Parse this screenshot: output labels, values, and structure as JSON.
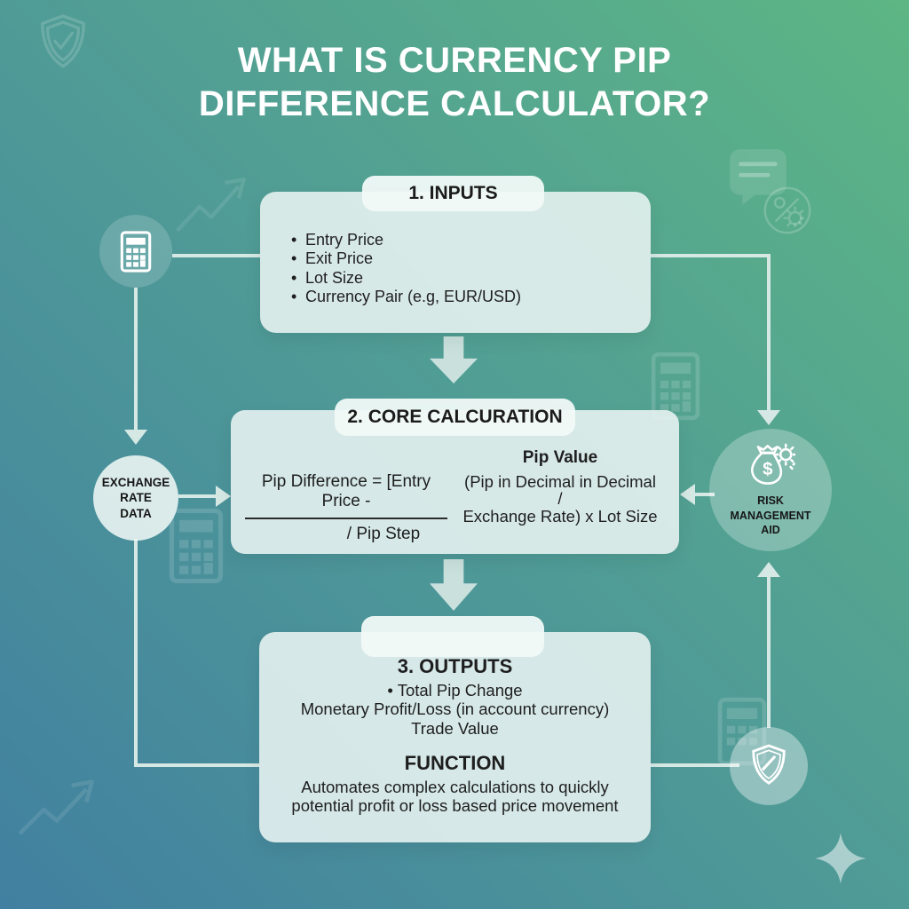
{
  "title": {
    "line1": "WHAT IS CURRENCY PIP",
    "line2": "DIFFERENCE CALCULATOR?"
  },
  "colors": {
    "bg_bottom_left": "#4180a0",
    "bg_top_right": "#5db684",
    "panel": "#e9f4f2",
    "connector": "#d6e8e4",
    "title_text": "#ffffff",
    "body_text": "#1e1e1e"
  },
  "inputs_box": {
    "tab_label": "1. INPUTS",
    "items": [
      "Entry Price",
      "Exit Price",
      "Lot Size",
      "Currency Pair (e.g, EUR/USD)"
    ]
  },
  "calculation_box": {
    "tab_label": "2. CORE CALCURATION",
    "formula_left_numerator": "Pip Difference = [Entry Price -",
    "formula_left_denominator": "/ Pip Step",
    "formula_right_heading": "Pip Value",
    "formula_right_line1": "(Pip in Decimal in Decimal",
    "formula_right_line2": "/",
    "formula_right_line3": "Exchange Rate) x Lot Size"
  },
  "outputs_box": {
    "tab_label": "",
    "heading": "3. OUTPUTS",
    "item1": "• Total Pip Change",
    "item2": "Monetary Profit/Loss (in account currency)",
    "item3": "Trade Value",
    "function_heading": "FUNCTION",
    "function_line1": "Automates complex calculations to quickly",
    "function_line2": "potential profit or loss based price movement"
  },
  "exchange_node": {
    "line1": "EXCHANGE",
    "line2": "RATE",
    "line3": "DATA"
  },
  "risk_node": {
    "line1": "RISK",
    "line2": "MANAGEMENT",
    "line3": "AID"
  },
  "icons": {
    "calculator": "calculator-icon",
    "money_bag": "money-bag-dollar-gear-icon",
    "shield": "shield-check-icon",
    "sparkle": "sparkle-icon"
  }
}
